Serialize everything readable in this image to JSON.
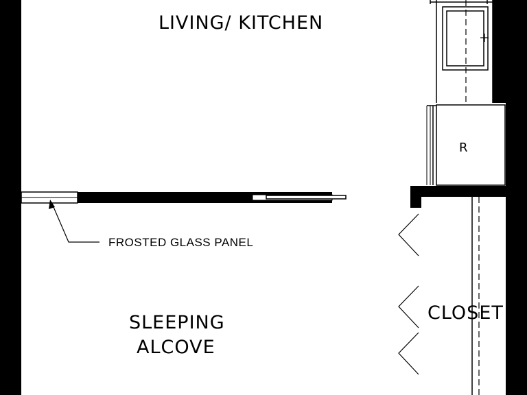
{
  "rooms": {
    "living_kitchen": "LIVING/ KITCHEN",
    "sleeping_line1": "SLEEPING",
    "sleeping_line2": "ALCOVE",
    "closet": "CLOSET"
  },
  "appliances": {
    "refrigerator": "R"
  },
  "annotations": {
    "frosted_glass": "FROSTED GLASS PANEL"
  },
  "colors": {
    "wall": "#000000",
    "background": "#ffffff"
  }
}
